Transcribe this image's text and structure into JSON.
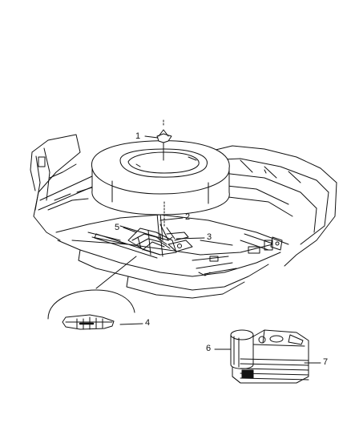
{
  "diagram": {
    "callouts": [
      {
        "id": "c1",
        "text": "1"
      },
      {
        "id": "c2",
        "text": "2"
      },
      {
        "id": "c3",
        "text": "3"
      },
      {
        "id": "c4",
        "text": "4"
      },
      {
        "id": "c5",
        "text": "5"
      },
      {
        "id": "c6",
        "text": "6"
      },
      {
        "id": "c7",
        "text": "7"
      }
    ]
  }
}
